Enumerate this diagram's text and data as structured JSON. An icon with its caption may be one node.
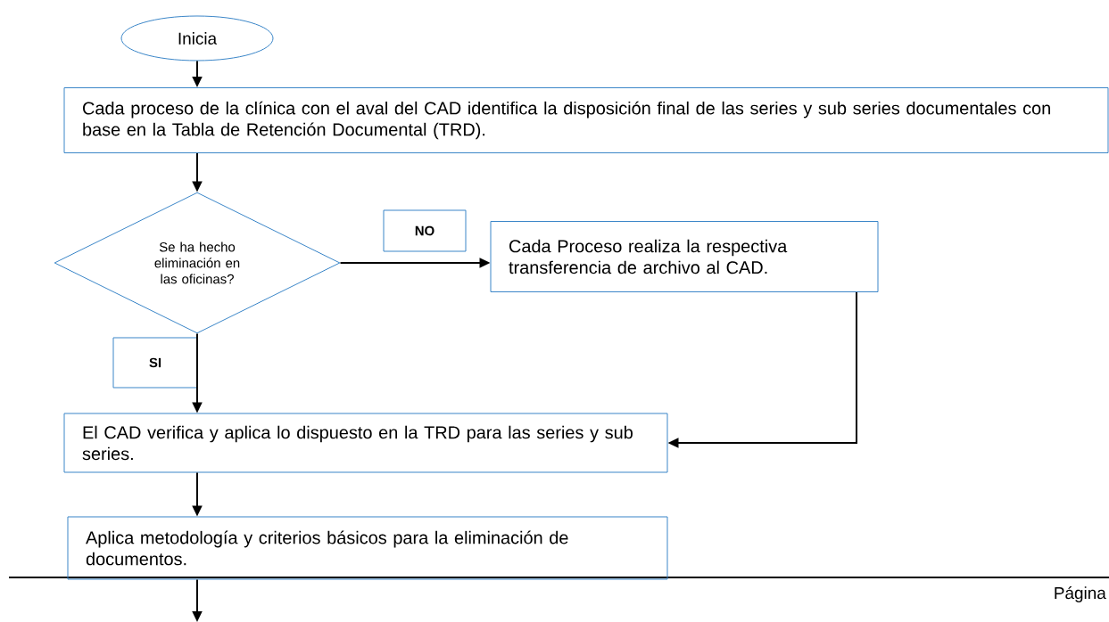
{
  "diagram": {
    "nodes": [
      {
        "text": [
          "Inicia"
        ]
      },
      {
        "text": [
          "Cada proceso de la clínica con el aval del CAD identifica la disposición final de las series y sub series documentales con base en la Tabla de Retención Documental (TRD)."
        ]
      },
      {
        "text": [
          "Se ha hecho eliminación en las oficinas?"
        ]
      },
      {
        "text": [
          "NO"
        ]
      },
      {
        "text": [
          "Cada Proceso realiza la respectiva transferencia de archivo al CAD."
        ]
      },
      {
        "text": [
          "SI"
        ]
      },
      {
        "text": [
          "El CAD verifica y aplica lo dispuesto en la TRD para las series y sub series."
        ]
      },
      {
        "text": [
          "Aplica metodología y criterios básicos para la eliminación de documentos."
        ]
      }
    ],
    "edges": [
      {
        "from": 0,
        "to": 1,
        "arrow": "to"
      },
      {
        "from": 1,
        "to": 2,
        "arrow": "to"
      },
      {
        "from": 2,
        "to": 4,
        "arrow": "to"
      },
      {
        "from": 2,
        "to": 6,
        "arrow": "to"
      },
      {
        "from": 4,
        "to": 6,
        "arrow": "to"
      },
      {
        "from": 6,
        "to": 7,
        "arrow": "to"
      },
      {
        "from": 7,
        "to": null,
        "arrow": "to"
      }
    ],
    "labels": [
      "Página"
    ]
  }
}
